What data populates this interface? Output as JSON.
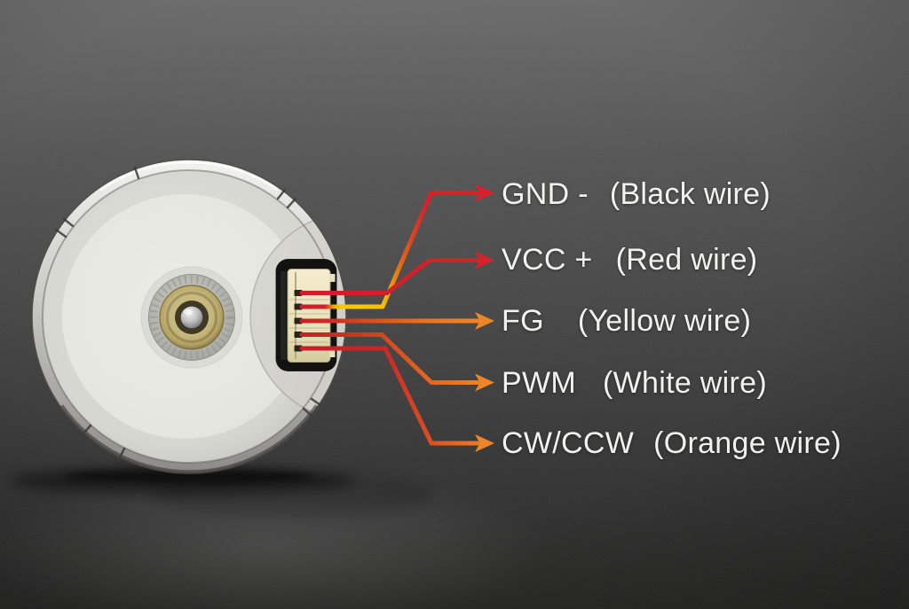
{
  "annotations": {
    "text_color": "#f2f2f0",
    "labels": [
      {
        "id": "gnd",
        "signal": "GND -",
        "wire": "(Black wire)",
        "arrow_color": "#da202e"
      },
      {
        "id": "vcc",
        "signal": "VCC +",
        "wire": "(Red wire)",
        "arrow_color": "#da202e"
      },
      {
        "id": "fg",
        "signal": "FG",
        "wire": "(Yellow wire)",
        "arrow_color": "#ee8629"
      },
      {
        "id": "pwm",
        "signal": "PWM",
        "wire": "(White wire)",
        "arrow_color": "#ee8629"
      },
      {
        "id": "cwccw",
        "signal": "CW/CCW",
        "wire": "(Orange wire)",
        "arrow_color": "#ee8629"
      }
    ]
  },
  "photo": {
    "connector_pin_count": 5,
    "leader_line_colors": {
      "red": "#d6222c",
      "yellow": "#f5c400",
      "orange": "#ee8629"
    }
  }
}
